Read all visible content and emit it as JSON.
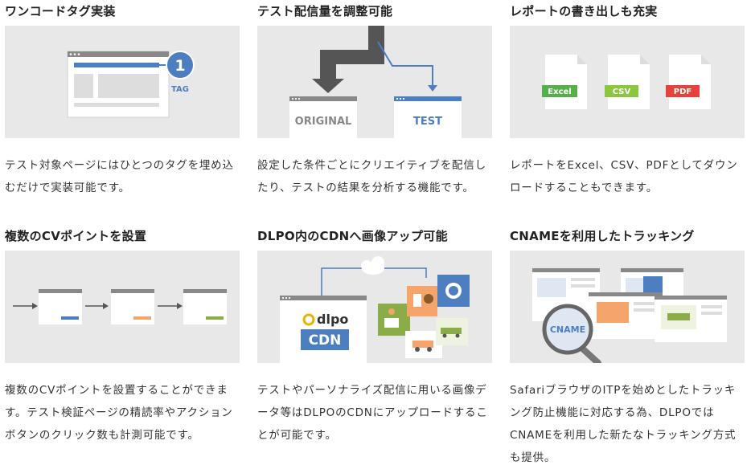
{
  "features": [
    {
      "title": "ワンコードタグ実装",
      "description": "テスト対象ページにはひとつのタグを埋め込むだけで実装可能です。",
      "illustration": {
        "badge_number": "1",
        "badge_label": "TAG"
      }
    },
    {
      "title": "テスト配信量を調整可能",
      "description": "設定した条件ごとにクリエイティブを配信したり、テストの結果を分析する機能です。",
      "illustration": {
        "left_label": "ORIGINAL",
        "right_label": "TEST"
      }
    },
    {
      "title": "レポートの書き出しも充実",
      "description": "レポートをExcel、CSV、PDFとしてダウンロードすることもできます。",
      "illustration": {
        "files": [
          "Excel",
          "CSV",
          "PDF"
        ]
      }
    },
    {
      "title": "複数のCVポイントを設置",
      "description": "複数のCVポイントを設置することができます。テスト検証ページの精読率やアクションボタンのクリック数も計測可能です。",
      "illustration": {}
    },
    {
      "title": "DLPO内のCDNへ画像アップ可能",
      "description": "テストやパーソナライズ配信に用いる画像データ等はDLPOのCDNにアップロードすることが可能です。",
      "illustration": {
        "logo_text": "dlpo",
        "box_label": "CDN"
      }
    },
    {
      "title": "CNAMEを利用したトラッキング",
      "description": "SafariブラウザのITPを始めとしたトラッキング防止機能に対応する為、DLPOではCNAMEを利用した新たなトラッキング方式も提供。",
      "illustration": {
        "lens_label": "CNAME"
      }
    }
  ],
  "colors": {
    "panel_bg": "#e8e8e8",
    "blue": "#4d7ec0",
    "dark_gray": "#555555",
    "excel_green": "#55b04a",
    "csv_green": "#8cc63f",
    "pdf_red": "#e8403b",
    "orange": "#f5a46b",
    "olive": "#8aad4a"
  }
}
